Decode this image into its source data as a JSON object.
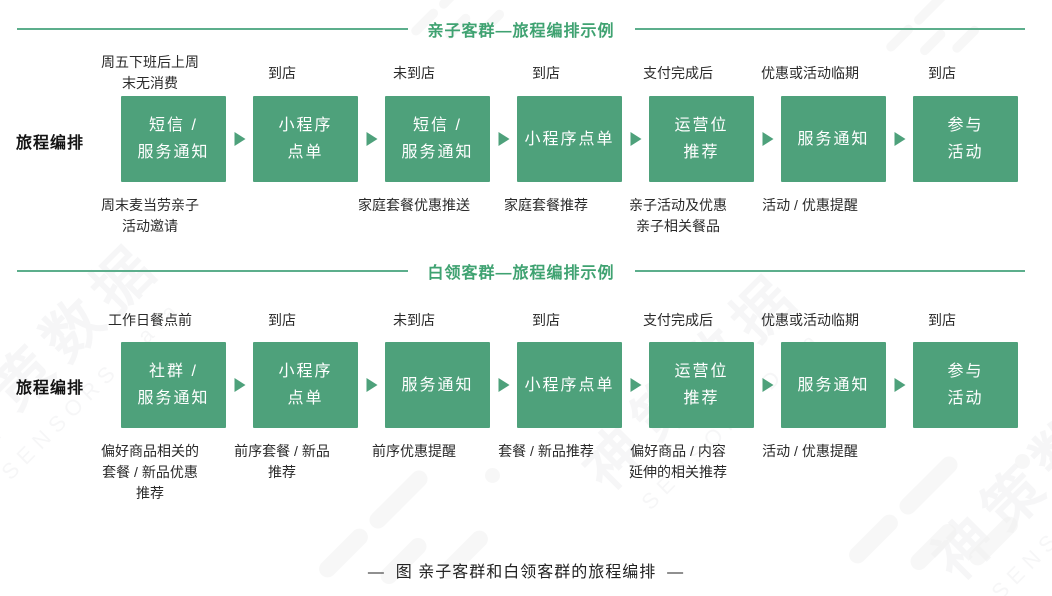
{
  "sections": [
    {
      "title": "亲子客群—旅程编排示例",
      "row_label": "旅程编排",
      "columns": [
        {
          "top": "周五下班后上周\n末无消费",
          "box": "短信 /\n服务通知",
          "bottom": "周末麦当劳亲子\n活动邀请"
        },
        {
          "top": "到店",
          "box": "小程序\n点单",
          "bottom": ""
        },
        {
          "top": "未到店",
          "box": "短信 /\n服务通知",
          "bottom": "家庭套餐优惠推送"
        },
        {
          "top": "到店",
          "box": "小程序点单",
          "bottom": "家庭套餐推荐"
        },
        {
          "top": "支付完成后",
          "box": "运营位\n推荐",
          "bottom": "亲子活动及优惠\n亲子相关餐品"
        },
        {
          "top": "优惠或活动临期",
          "box": "服务通知",
          "bottom": "活动 / 优惠提醒"
        },
        {
          "top": "到店",
          "box": "参与\n活动",
          "bottom": ""
        }
      ]
    },
    {
      "title": "白领客群—旅程编排示例",
      "row_label": "旅程编排",
      "columns": [
        {
          "top": "工作日餐点前",
          "box": "社群 /\n服务通知",
          "bottom": "偏好商品相关的\n套餐 / 新品优惠\n推荐"
        },
        {
          "top": "到店",
          "box": "小程序\n点单",
          "bottom": "前序套餐 / 新品\n推荐"
        },
        {
          "top": "未到店",
          "box": "服务通知",
          "bottom": "前序优惠提醒"
        },
        {
          "top": "到店",
          "box": "小程序点单",
          "bottom": "套餐 / 新品推荐"
        },
        {
          "top": "支付完成后",
          "box": "运营位\n推荐",
          "bottom": "偏好商品 / 内容\n延伸的相关推荐"
        },
        {
          "top": "优惠或活动临期",
          "box": "服务通知",
          "bottom": "活动 / 优惠提醒"
        },
        {
          "top": "到店",
          "box": "参与\n活动",
          "bottom": ""
        }
      ]
    }
  ],
  "caption": "—  图 亲子客群和白领客群的旅程编排  —",
  "watermark": {
    "cn": "神策数据",
    "en": "SENSORS Data"
  },
  "colors": {
    "box_green": "#4ea17b",
    "title_green": "#3fa271",
    "divider_green": "#5cae8c",
    "label_dark": "#2a2a2a"
  }
}
